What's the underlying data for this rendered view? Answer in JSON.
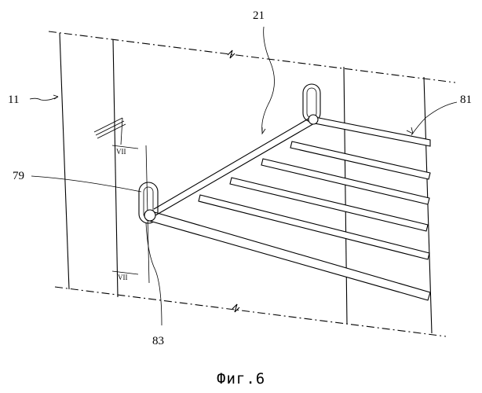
{
  "figure": {
    "labels": {
      "cabinet": "11",
      "shelf": "21",
      "bracket": "79",
      "rack": "81",
      "hook": "83",
      "section_top": "VII",
      "section_bottom": "VII"
    },
    "caption": "Фиг.6"
  }
}
